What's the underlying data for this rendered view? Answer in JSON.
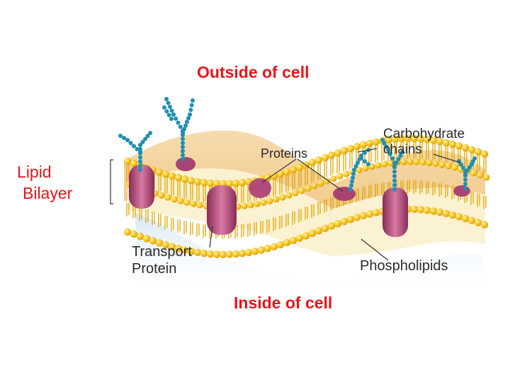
{
  "labels": {
    "outside": "Outside of cell",
    "inside": "Inside of cell",
    "lipid_line1": "Lipid",
    "lipid_line2": "Bilayer",
    "proteins": "Proteins",
    "carbohydrate_line1": "Carbohydrate",
    "carbohydrate_line2": "chains",
    "transport_line1": "Transport",
    "transport_line2": "Protein",
    "phospholipids": "Phospholipids"
  },
  "colors": {
    "label_red": "#e3161b",
    "label_dark": "#2a2a2a",
    "phospholipid_head": "#f5c21b",
    "phospholipid_tail": "#e8a800",
    "membrane_body": "#f6dfae",
    "protein": "#b44d7a",
    "carbohydrate": "#1f8fb3"
  }
}
